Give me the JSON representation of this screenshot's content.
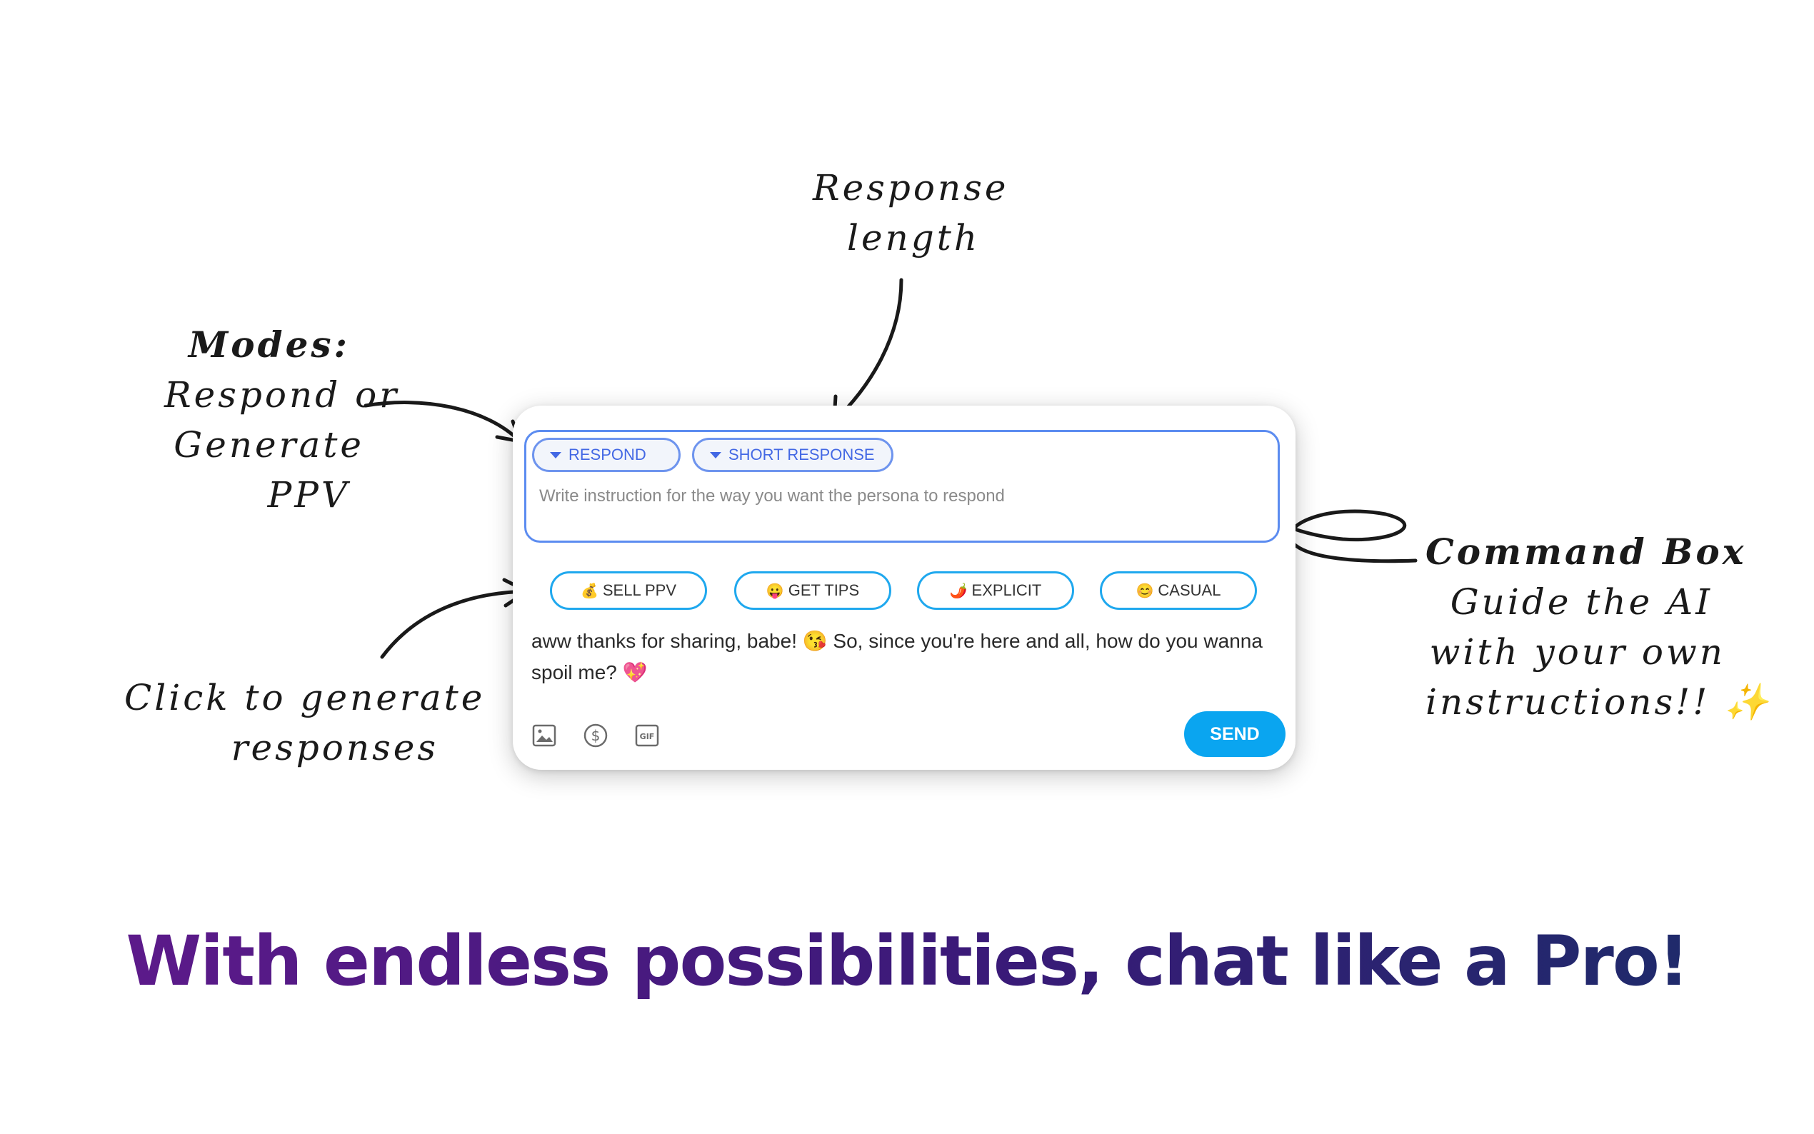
{
  "annotations": {
    "response_length": [
      "Response",
      "length"
    ],
    "modes": {
      "heading": "Modes:",
      "lines": [
        "Respond or",
        "Generate",
        "PPV"
      ]
    },
    "click_hint": [
      "Click to generate",
      "responses"
    ],
    "command_box": {
      "heading": "Command Box",
      "lines": [
        "Guide the AI",
        "with your own",
        "instructions!! ✨"
      ]
    }
  },
  "widget": {
    "mode_dropdown": "RESPOND",
    "length_dropdown": "SHORT RESPONSE",
    "instruction_placeholder": "Write instruction for the way you want the persona to respond",
    "quick_buttons": [
      {
        "emoji": "💰",
        "label": "SELL PPV"
      },
      {
        "emoji": "😛",
        "label": "GET TIPS"
      },
      {
        "emoji": "🌶️",
        "label": "EXPLICIT"
      },
      {
        "emoji": "😊",
        "label": "CASUAL"
      }
    ],
    "message": "aww thanks for sharing, babe! 😘 So, since you're here and all, how do you wanna spoil me? 💖",
    "toolbar_icons": [
      "image-icon",
      "dollar-icon",
      "gif-icon"
    ],
    "send_label": "SEND"
  },
  "headline": "With endless possibilities, chat like a Pro!",
  "colors": {
    "accent_blue": "#4368e4",
    "quick_border": "#1fa8ee",
    "send_bg": "#0aa5f0",
    "headline_start": "#5c1a8a",
    "headline_end": "#1f2a6b"
  }
}
